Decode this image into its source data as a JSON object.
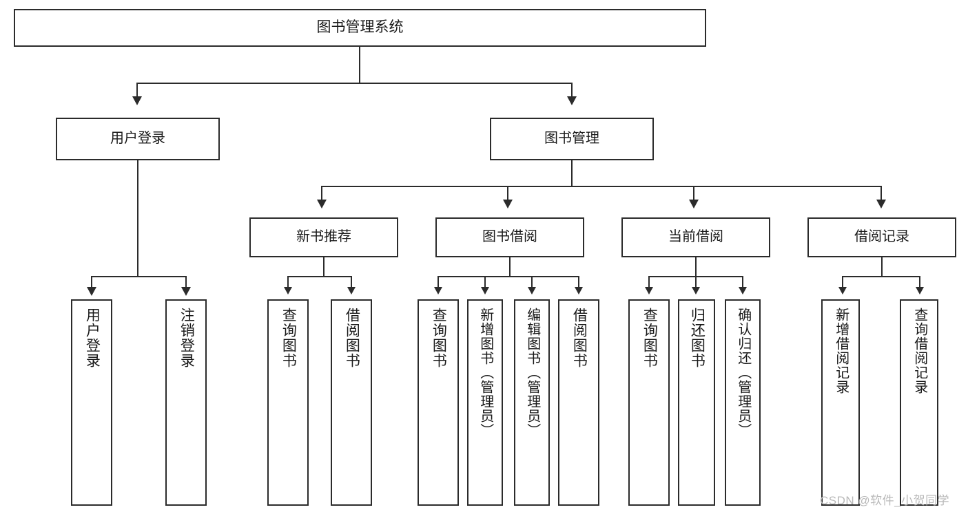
{
  "diagram": {
    "type": "tree",
    "title": "图书管理系统",
    "root": {
      "label": "图书管理系统"
    },
    "level2": [
      {
        "label": "用户登录"
      },
      {
        "label": "图书管理"
      }
    ],
    "level3": [
      {
        "label": "新书推荐"
      },
      {
        "label": "图书借阅"
      },
      {
        "label": "当前借阅"
      },
      {
        "label": "借阅记录"
      }
    ],
    "leaves": {
      "user_login": [
        {
          "label": "用户登录"
        },
        {
          "label": "注销登录"
        }
      ],
      "new_book": [
        {
          "label": "查询图书"
        },
        {
          "label": "借阅图书"
        }
      ],
      "book_borrow": [
        {
          "label": "查询图书"
        },
        {
          "label": "新增图书（管理员）"
        },
        {
          "label": "编辑图书（管理员）"
        },
        {
          "label": "借阅图书"
        }
      ],
      "current_borrow": [
        {
          "label": "查询图书"
        },
        {
          "label": "归还图书"
        },
        {
          "label": "确认归还（管理员）"
        }
      ],
      "borrow_record": [
        {
          "label": "新增借阅记录"
        },
        {
          "label": "查询借阅记录"
        }
      ]
    }
  },
  "watermark": {
    "text": "CSDN @软件_小贺同学"
  },
  "colors": {
    "box_border": "#2b2b2b",
    "box_fill": "#ffffff",
    "text": "#1a1a1a",
    "watermark": "#b9b9b9",
    "background": "#ffffff"
  }
}
